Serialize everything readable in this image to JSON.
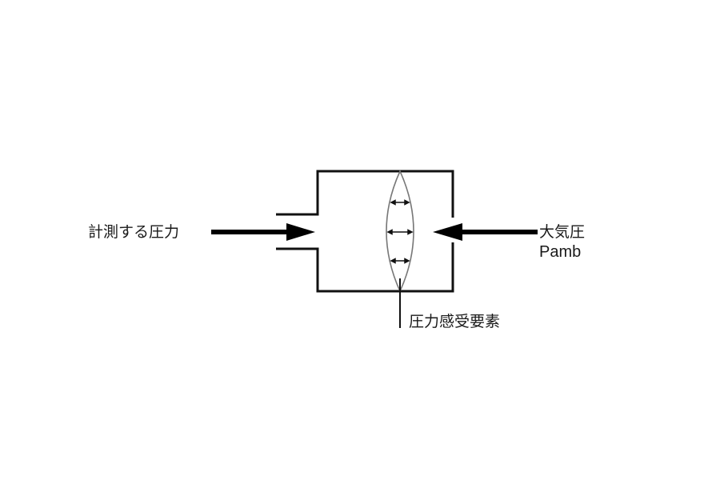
{
  "diagram": {
    "type": "pressure-gauge-schematic",
    "labels": {
      "measured_pressure": "計測する圧力",
      "atmospheric_pressure": "大気圧",
      "atmospheric_symbol": "Pamb",
      "sensing_element": "圧力感受要素"
    },
    "colors": {
      "stroke": "#111111",
      "lens": "#777777",
      "background": "#ffffff"
    }
  }
}
